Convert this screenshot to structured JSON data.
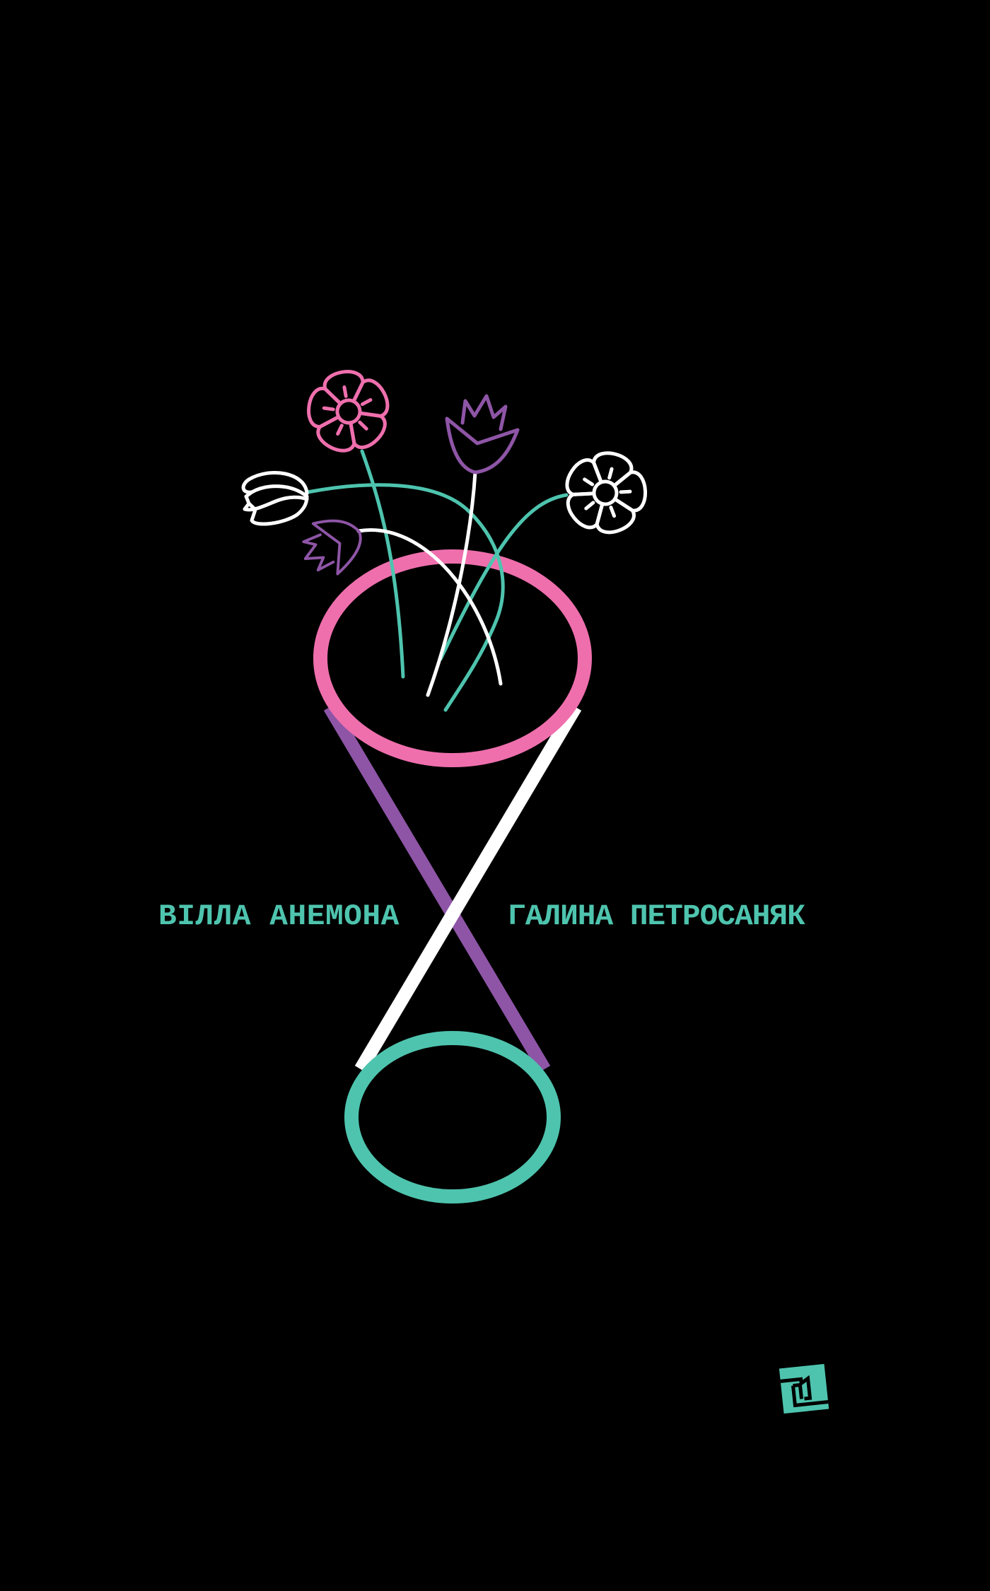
{
  "cover": {
    "title": "ВІЛЛА АНЕМОНА",
    "author": "ГАЛИНА ПЕТРОСАНЯК",
    "publisher_logo": "21",
    "background_color": "#000000"
  },
  "palette": {
    "teal": "#4EC4AE",
    "pink": "#EF6FAD",
    "purple": "#8E55A6",
    "white": "#FFFFFF"
  },
  "illustration": {
    "subject": "flowers in an hourglass-shaped vase",
    "elements": [
      {
        "name": "pink-anemone",
        "icon": "anemone-icon",
        "color": "pink"
      },
      {
        "name": "white-anemone",
        "icon": "anemone-icon",
        "color": "white"
      },
      {
        "name": "purple-tulip",
        "icon": "tulip-icon",
        "color": "purple"
      },
      {
        "name": "small-purple-tulip",
        "icon": "tulip-icon",
        "color": "purple"
      },
      {
        "name": "white-bud",
        "icon": "bud-icon",
        "color": "white"
      },
      {
        "name": "vase-top-ring",
        "color": "pink"
      },
      {
        "name": "vase-bottom-ring",
        "color": "teal"
      },
      {
        "name": "vase-purple-side",
        "color": "purple"
      },
      {
        "name": "vase-white-side",
        "color": "white"
      }
    ]
  }
}
